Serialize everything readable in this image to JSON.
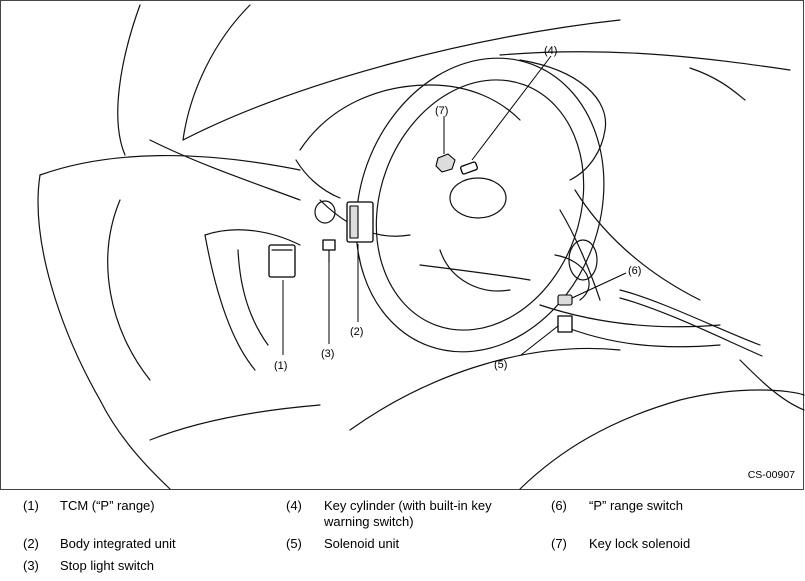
{
  "figure": {
    "code": "CS-00907",
    "callouts": {
      "c1": "(1)",
      "c2": "(2)",
      "c3": "(3)",
      "c4": "(4)",
      "c5": "(5)",
      "c6": "(6)",
      "c7": "(7)"
    }
  },
  "legend": [
    {
      "num": "(1)",
      "text": "TCM (“P” range)"
    },
    {
      "num": "(2)",
      "text": "Body integrated unit"
    },
    {
      "num": "(3)",
      "text": "Stop light switch"
    },
    {
      "num": "(4)",
      "text": "Key cylinder (with built-in key warning switch)"
    },
    {
      "num": "(5)",
      "text": "Solenoid unit"
    },
    {
      "num": "(6)",
      "text": "“P” range switch"
    },
    {
      "num": "(7)",
      "text": "Key lock solenoid"
    }
  ]
}
